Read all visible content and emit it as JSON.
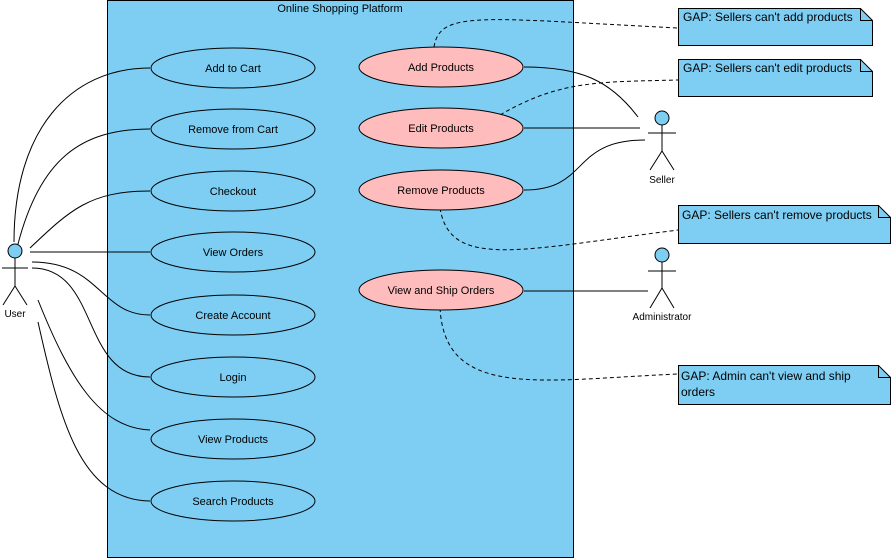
{
  "colors": {
    "system_fill": "#7ecef4",
    "usecase_fill": "#7ecef4",
    "gap_usecase_fill": "#ffbcbc",
    "note_fill": "#7ecef4",
    "actor_head": "#7ecef4",
    "stroke": "#000000"
  },
  "system": {
    "title": "Online Shopping Platform"
  },
  "actors": {
    "user": "User",
    "seller": "Seller",
    "admin": "Administrator"
  },
  "use_cases": {
    "add_to_cart": "Add to Cart",
    "remove_from_cart": "Remove from Cart",
    "checkout": "Checkout",
    "view_orders": "View Orders",
    "create_account": "Create Account",
    "login": "Login",
    "view_products": "View Products",
    "search_products": "Search Products",
    "add_products": "Add Products",
    "edit_products": "Edit Products",
    "remove_products": "Remove Products",
    "view_ship_orders": "View and Ship Orders"
  },
  "notes": {
    "add": "GAP: Sellers can't add products",
    "edit": "GAP: Sellers can't edit products",
    "remove": "GAP: Sellers can't remove products",
    "admin_line1": "GAP: Admin can't view and ship",
    "admin_line2": "orders"
  }
}
